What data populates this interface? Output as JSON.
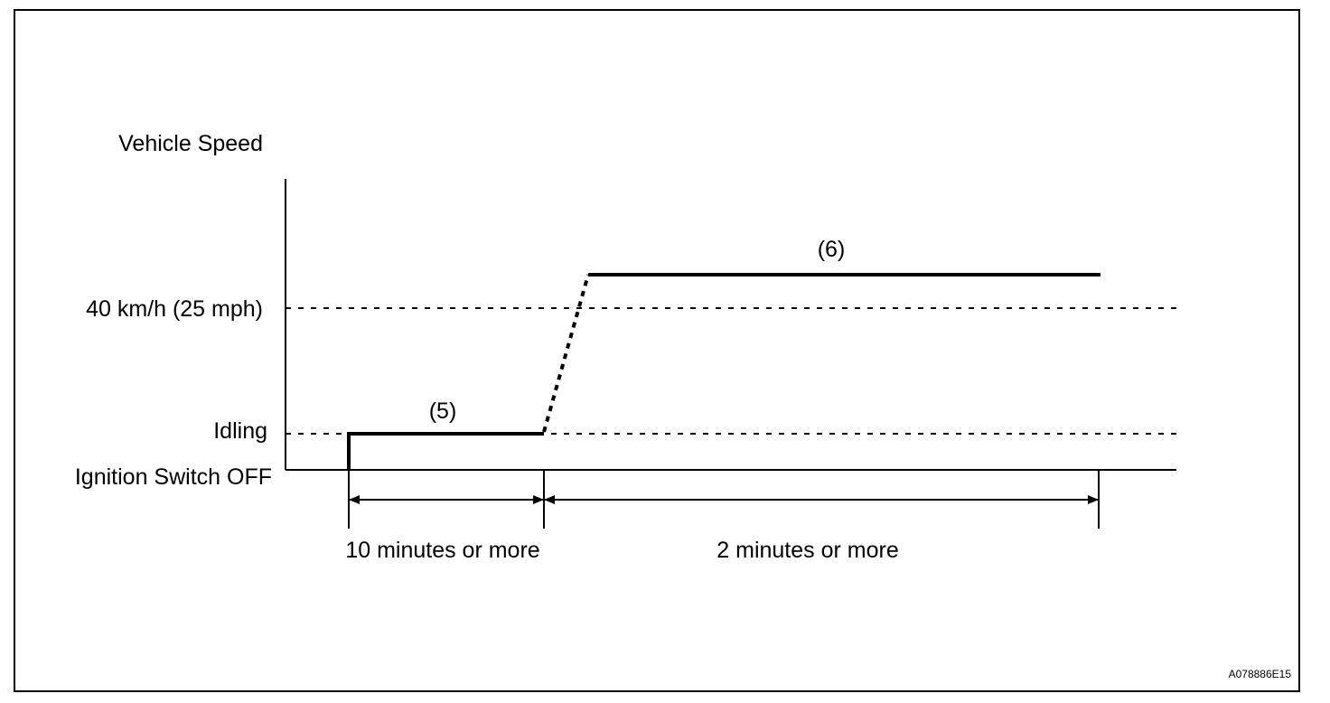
{
  "y_axis": {
    "title": "Vehicle Speed",
    "levels": [
      {
        "key": "speed",
        "label": "40 km/h (25 mph)"
      },
      {
        "key": "idle",
        "label": "Idling"
      },
      {
        "key": "off",
        "label": "Ignition Switch OFF"
      }
    ]
  },
  "steps": [
    {
      "label": "(5)",
      "duration": "10 minutes or more"
    },
    {
      "label": "(6)",
      "duration": "2 minutes or more"
    }
  ],
  "figure_code": "A078886E15",
  "colors": {
    "line": "#000000",
    "background": "#ffffff"
  }
}
